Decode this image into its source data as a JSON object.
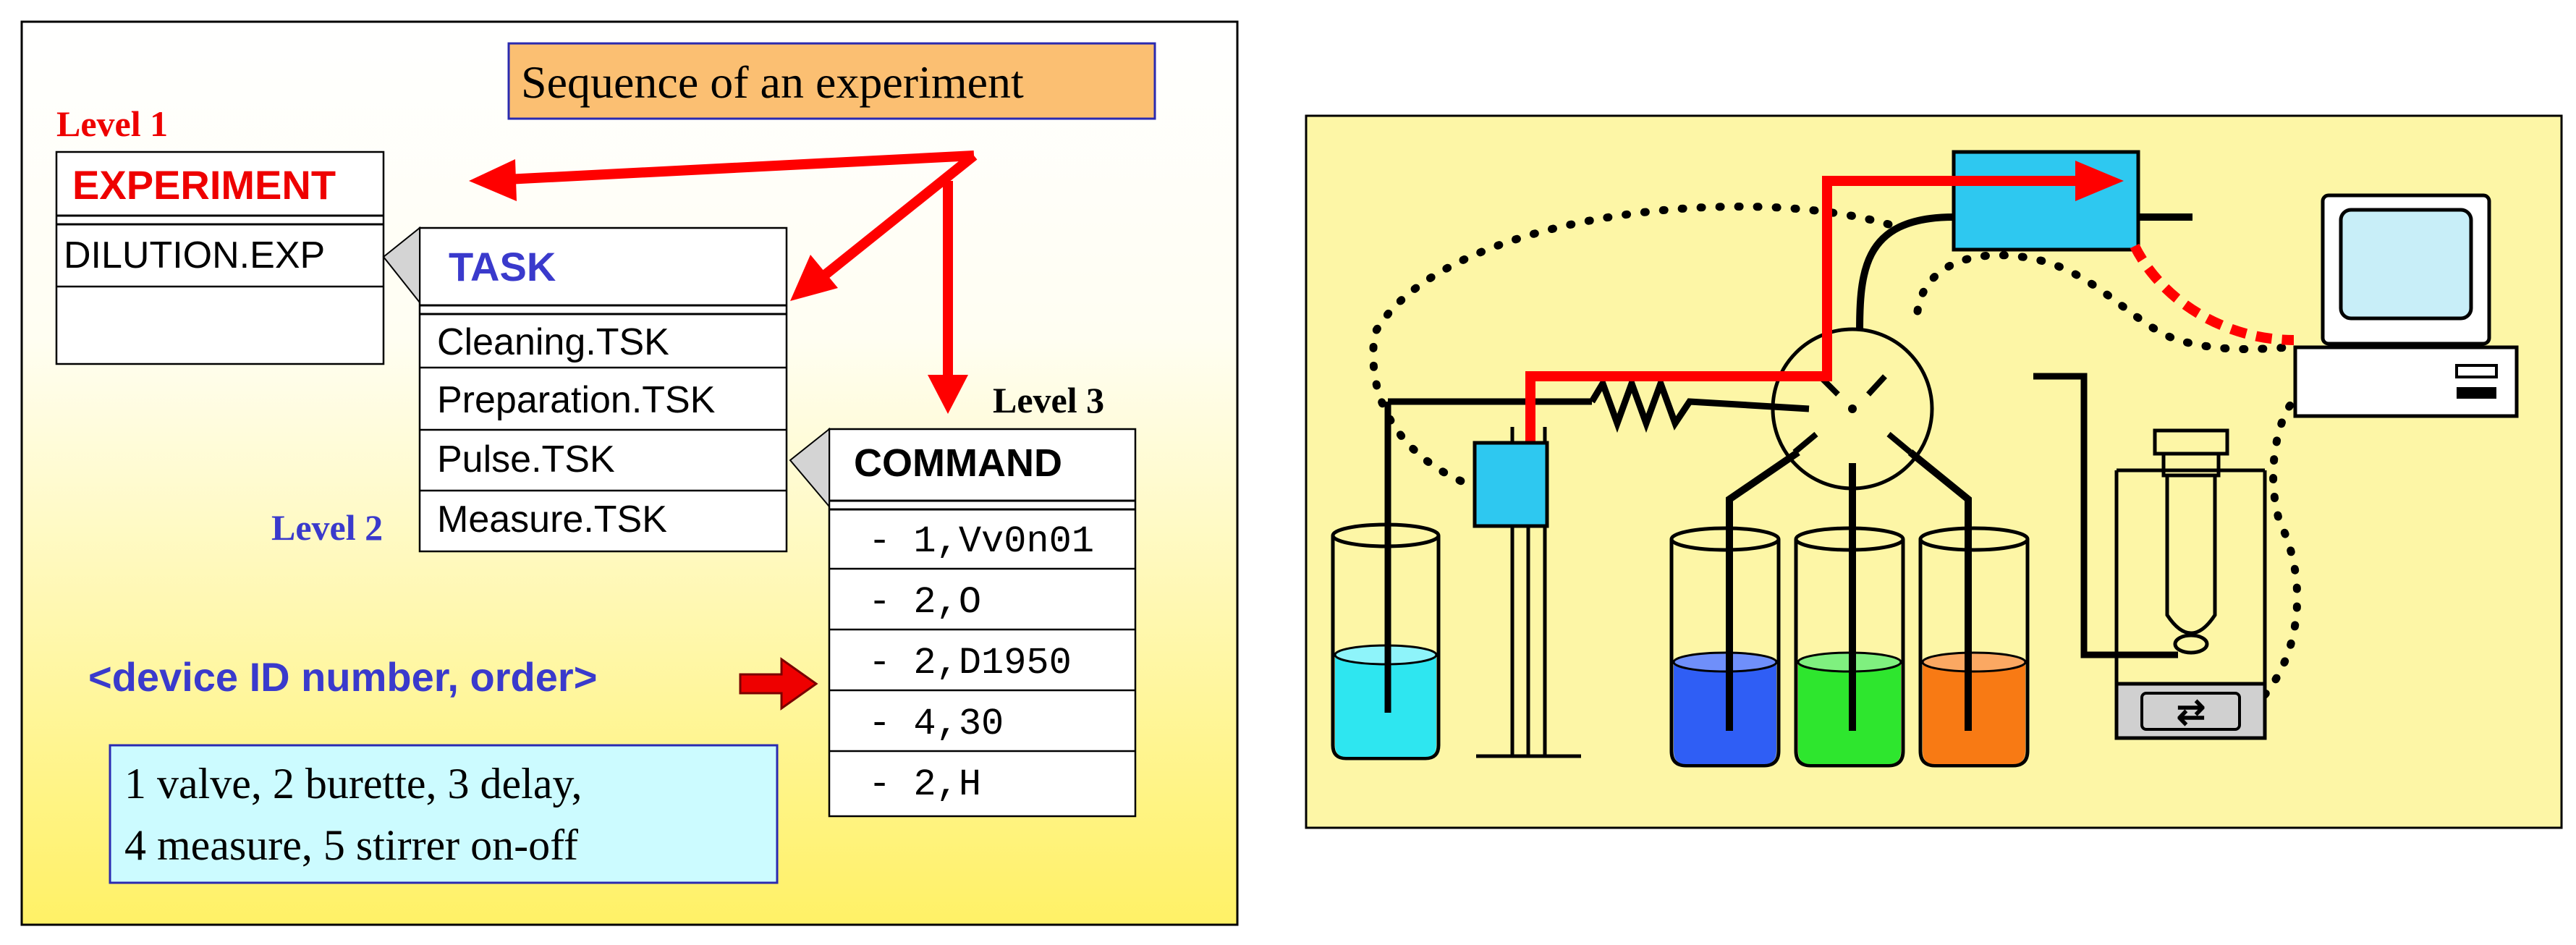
{
  "left_panel": {
    "title": "Sequence of an experiment",
    "level1_label": "Level 1",
    "level2_label": "Level 2",
    "level3_label": "Level 3",
    "experiment_table": {
      "header": "EXPERIMENT",
      "rows": [
        "DILUTION.EXP",
        ""
      ]
    },
    "task_table": {
      "header": "TASK",
      "rows": [
        "Cleaning.TSK",
        "Preparation.TSK",
        "Pulse.TSK",
        "Measure.TSK"
      ]
    },
    "command_table": {
      "header": "COMMAND",
      "rows": [
        "- 1,Vv0n01",
        "- 2,O",
        "- 2,D1950",
        "- 4,30",
        "- 2,H"
      ]
    },
    "device_label": "<device ID number, order>",
    "legend_lines": [
      "1 valve, 2 burette, 3 delay,",
      "4 measure, 5 stirrer on-off"
    ]
  },
  "right_panel": {
    "stirrer_symbol": "⇄"
  },
  "colors": {
    "arrow_red": "#ff0000",
    "level1_red": "#ee0000",
    "level_blue": "#3a3acc",
    "title_box": "#fbbf72",
    "legend_box": "#ccfbff",
    "panel_yellow": "#fdf6a6",
    "beaker_cyan": "#2ee6f0",
    "beaker_blue": "#2f5ef5",
    "beaker_green": "#2ee62e",
    "beaker_orange": "#f87a14",
    "monitor_screen": "#c8eef8"
  }
}
